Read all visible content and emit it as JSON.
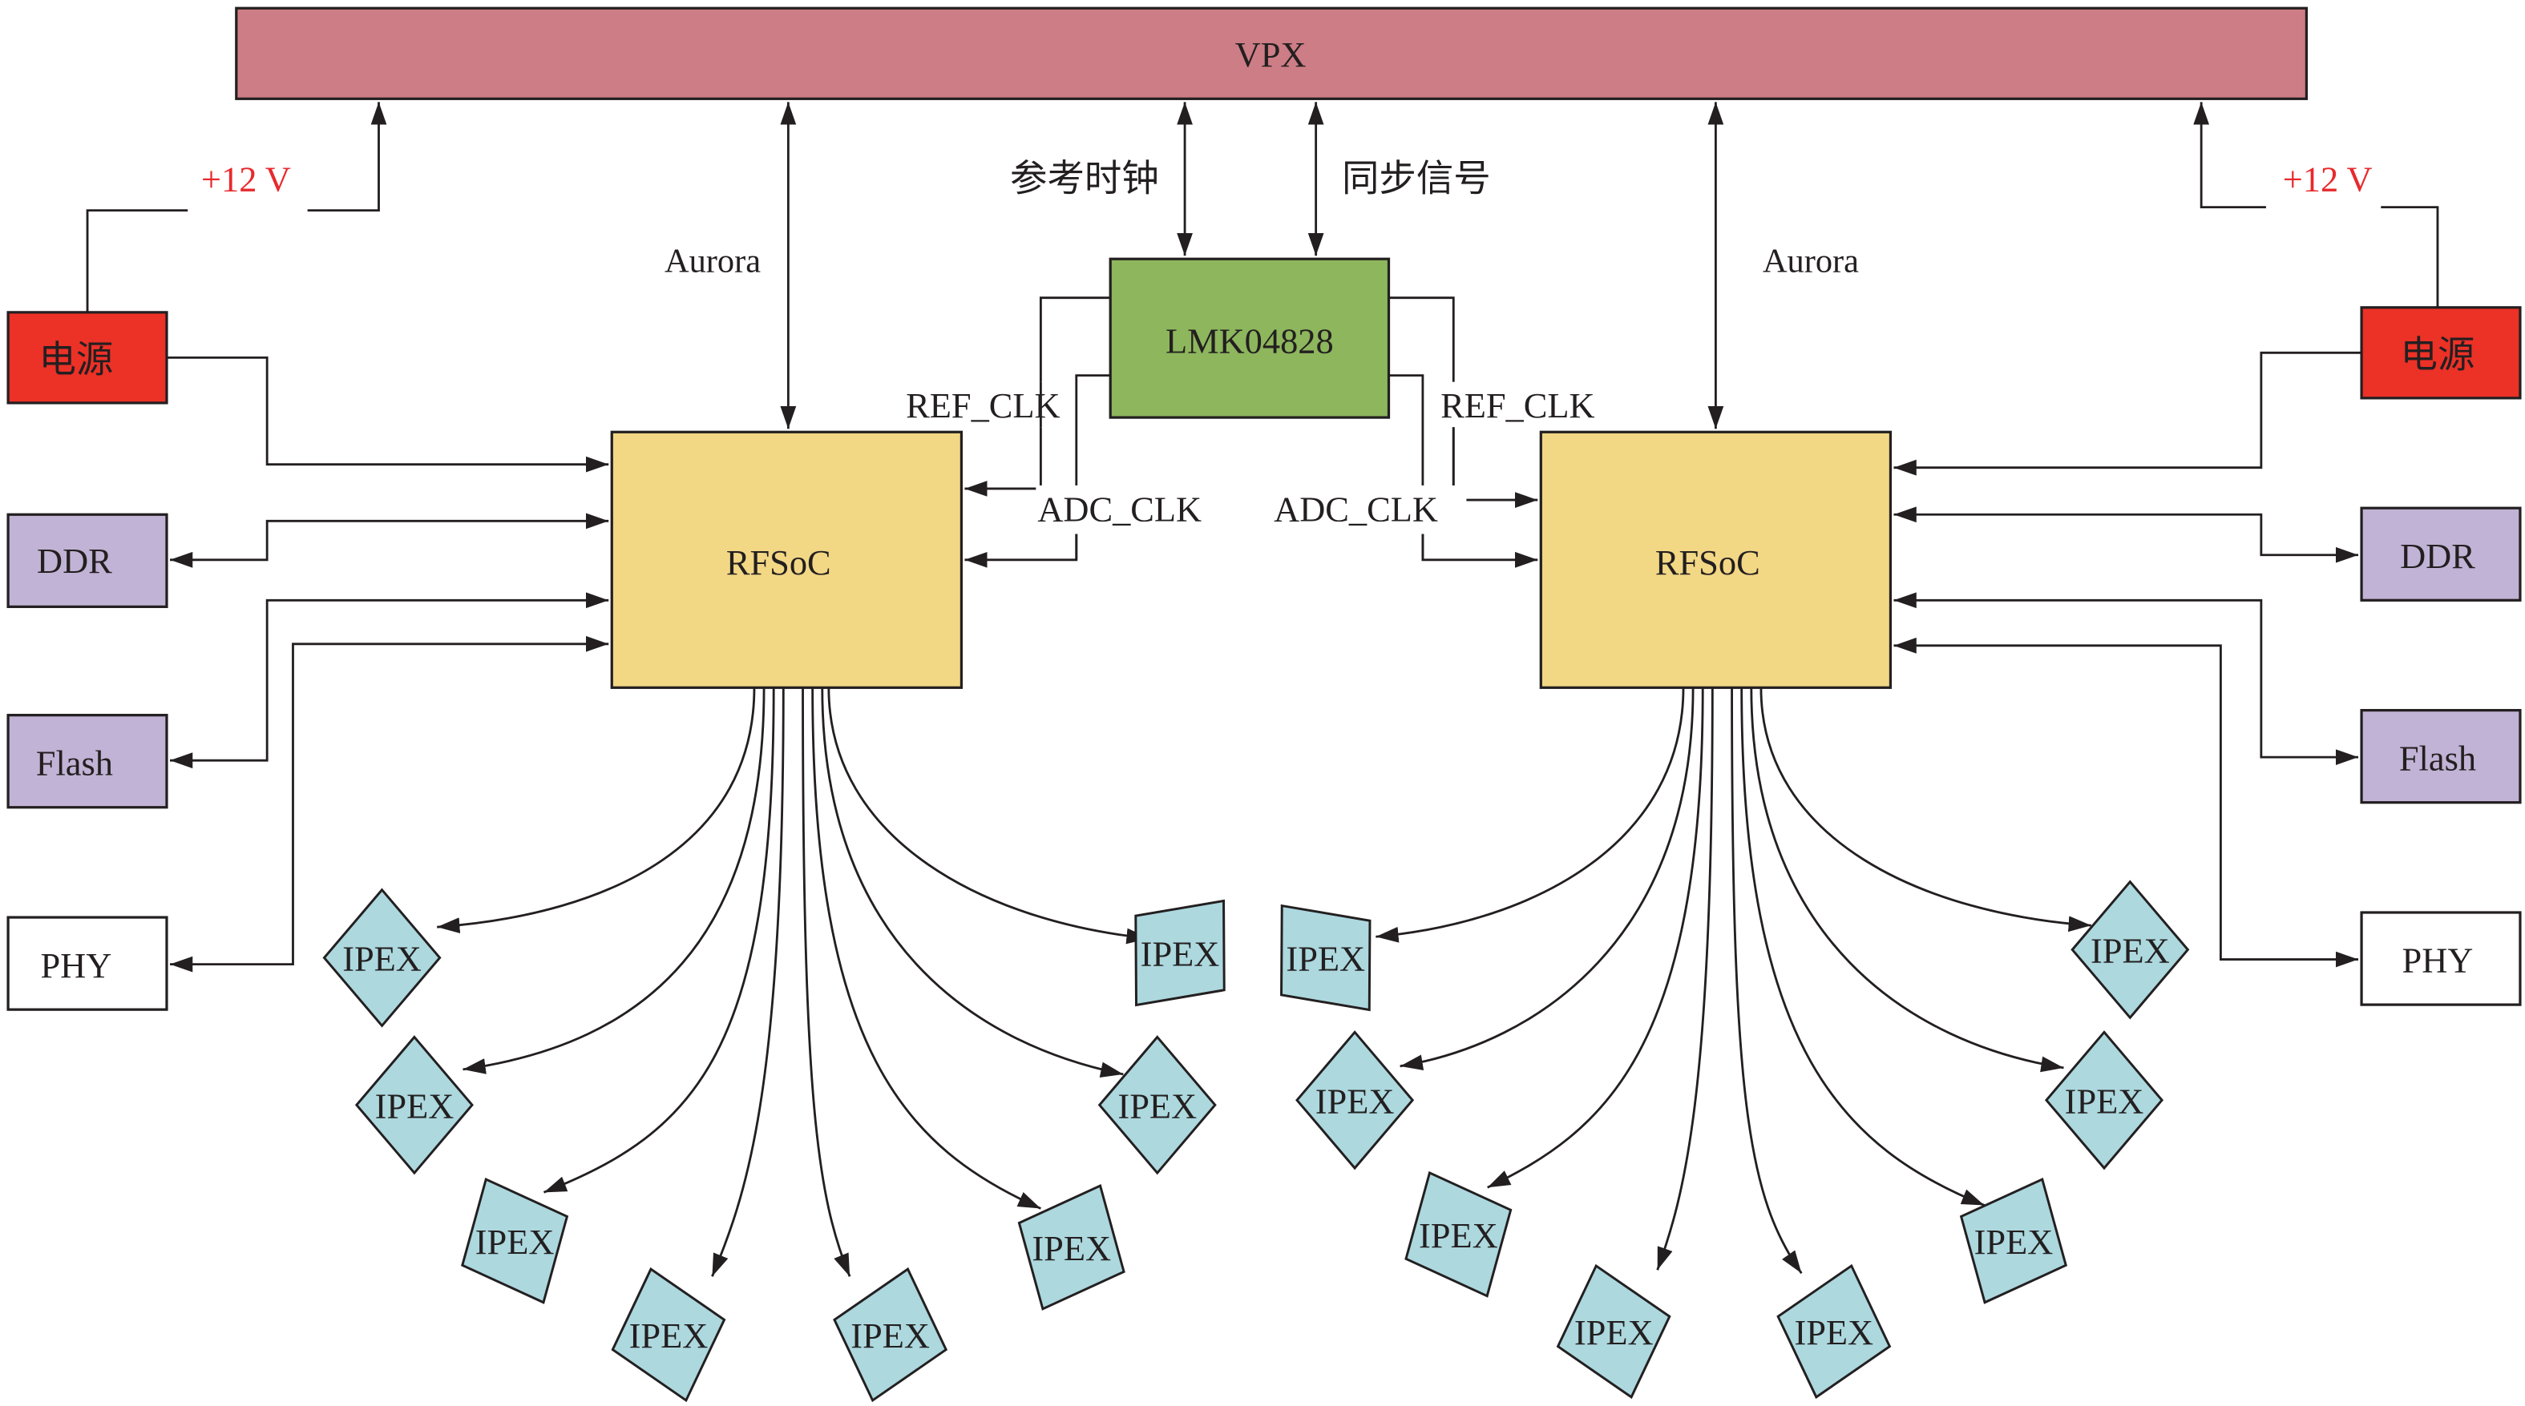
{
  "title": "Dual RFSoC board block diagram",
  "colors": {
    "vpx": "#cd7d85",
    "power": "#ec3127",
    "clock": "#8db65d",
    "rfsoc": "#f2d785",
    "memory": "#c1b3d5",
    "phy": "#ffffff",
    "ipex": "#acd8de",
    "voltage_label": "#e8292c",
    "line": "#231f20"
  },
  "blocks": {
    "vpx": "VPX",
    "clock_chip": "LMK04828",
    "left": {
      "power": "电源",
      "rfsoc": "RFSoC",
      "ddr": "DDR",
      "flash": "Flash",
      "phy": "PHY"
    },
    "right": {
      "power": "电源",
      "rfsoc": "RFSoC",
      "ddr": "DDR",
      "flash": "Flash",
      "phy": "PHY"
    }
  },
  "signals": {
    "left_voltage": "+12 V",
    "right_voltage": "+12 V",
    "left_aurora": "Aurora",
    "right_aurora": "Aurora",
    "ref_clock_cn": "参考时钟",
    "sync_signal_cn": "同步信号",
    "left_ref_clk": "REF_CLK",
    "right_ref_clk": "REF_CLK",
    "left_adc_clk": "ADC_CLK",
    "right_adc_clk": "ADC_CLK"
  },
  "ipex": {
    "label": "IPEX",
    "left_count": 8,
    "right_count": 8,
    "left": [
      "IPEX",
      "IPEX",
      "IPEX",
      "IPEX",
      "IPEX",
      "IPEX",
      "IPEX",
      "IPEX"
    ],
    "right": [
      "IPEX",
      "IPEX",
      "IPEX",
      "IPEX",
      "IPEX",
      "IPEX",
      "IPEX",
      "IPEX"
    ]
  }
}
